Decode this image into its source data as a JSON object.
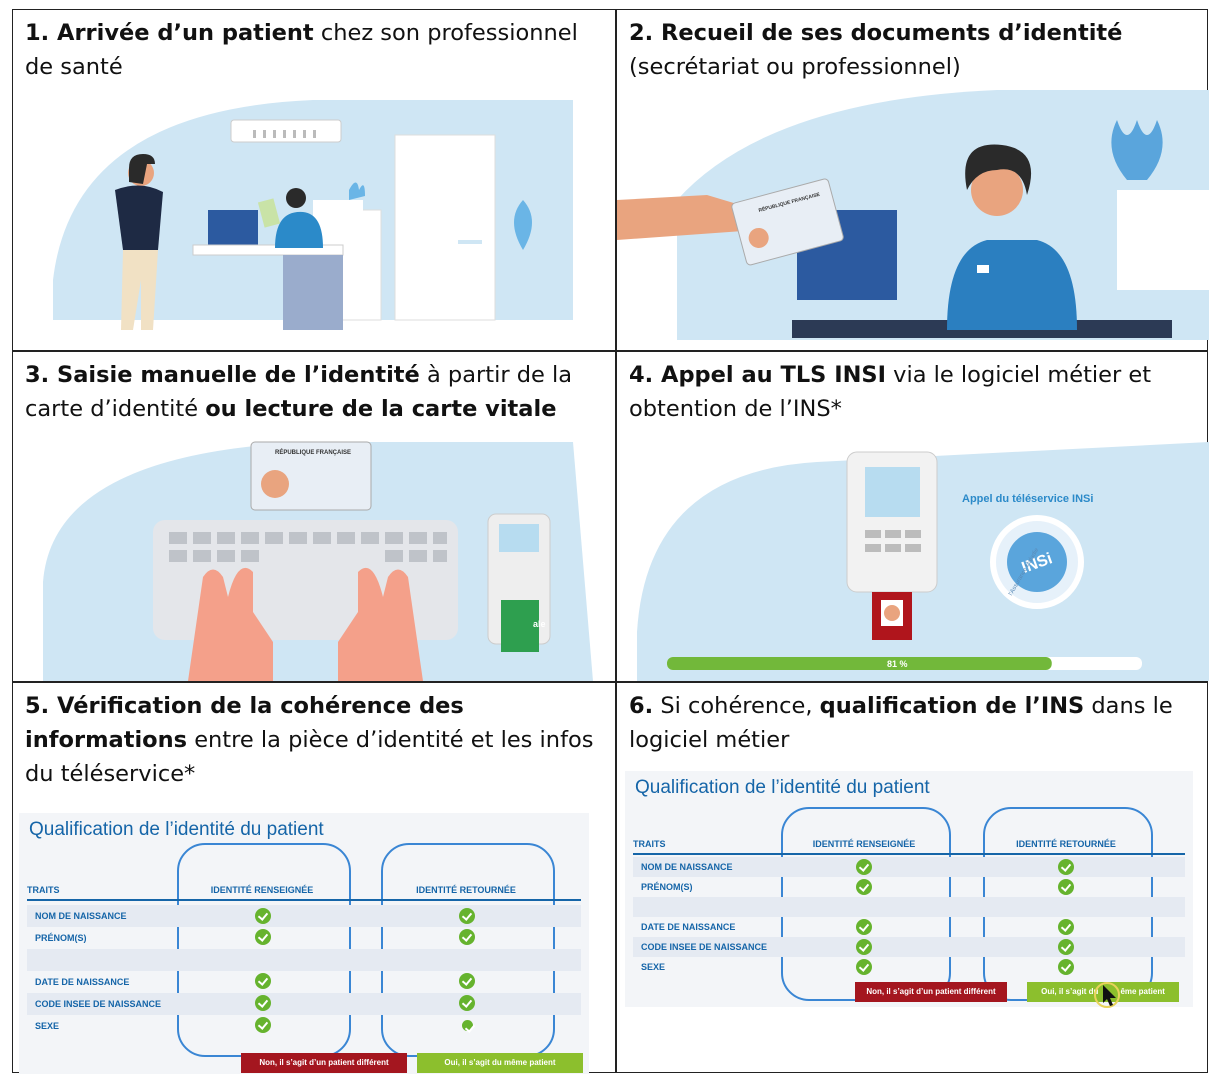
{
  "panels": [
    {
      "bold": "1. Arrivée d’un patient",
      "rest": " chez son professionnel de santé"
    },
    {
      "bold": "2. Recueil de ses documents d’identité",
      "rest": " (secrétariat ou professionnel)"
    },
    {
      "bold1": "3. Saisie manuelle de l’identité",
      "mid": " à partir de la carte d’identité ",
      "bold2": "ou lecture de la carte vitale"
    },
    {
      "bold": "4. Appel au TLS INSI",
      "rest": " via le logiciel métier et obtention de l’INS*"
    },
    {
      "bold": "5. Vérification de la cohérence des informations",
      "rest": " entre la pièce d’identité et les infos du téléservice*"
    },
    {
      "bold1": "6.",
      "mid": " Si cohérence, ",
      "bold2": "qualification de l’INS",
      "rest": " dans le logiciel métier"
    }
  ],
  "card_text": "RÉPUBLIQUE FRANÇAISE",
  "insi": {
    "title": "Appel du téléservice INSi",
    "logo_arc": "l’Assurance Maladie",
    "logo_text": "INSi",
    "progress_label": "81 %",
    "progress": 0.81
  },
  "vitale_text": "ale",
  "qualif": {
    "title": "Qualification de l’identité du patient",
    "traits_header": "TRAITS",
    "col1": "IDENTITÉ RENSEIGNÉE",
    "col2": "IDENTITÉ RETOURNÉE",
    "rows": [
      "NOM DE NAISSANCE",
      "PRÉNOM(S)",
      "",
      "DATE DE NAISSANCE",
      "CODE INSEE DE NAISSANCE",
      "SEXE"
    ],
    "btn_no": "Non, il s’agit d’un patient différent",
    "btn_yes": "Oui, il s’agit du même patient",
    "btn_yes_partial": "Oui, il s’agit du",
    "btn_yes_tail": "ême patient"
  },
  "colors": {
    "sky": "#cfe6f4",
    "accent": "#1565a8",
    "green": "#66b32e",
    "red": "#a4161f"
  }
}
